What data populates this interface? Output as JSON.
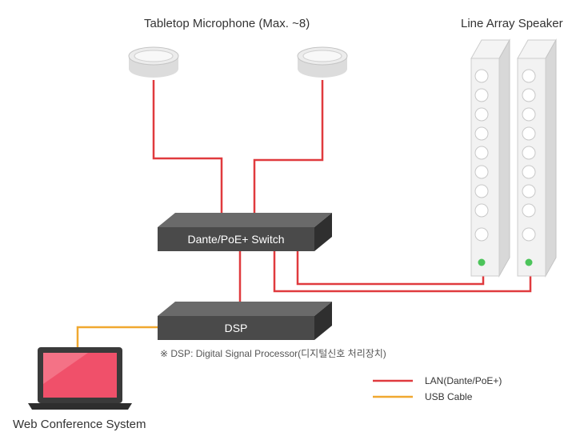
{
  "labels": {
    "microphone_title": "Tabletop Microphone (Max. ~8)",
    "speaker_title": "Line Array Speaker",
    "switch_label": "Dante/PoE+ Switch",
    "dsp_label": "DSP",
    "dsp_note": "※ DSP: Digital Signal Processor(디지털신호 처리장치)",
    "laptop_label": "Web Conference System"
  },
  "legend": [
    {
      "label": "LAN(Dante/PoE+)",
      "color": "#e03a3e"
    },
    {
      "label": "USB Cable",
      "color": "#f0a830"
    }
  ],
  "colors": {
    "lan": "#e03a3e",
    "usb": "#f0a830",
    "device_dark": "#4a4a4a",
    "speaker_face": "#f2f2f2",
    "speaker_led": "#4cc45a",
    "laptop_screen": "#f0506a"
  },
  "icons": {
    "microphone": "tabletop-microphone-icon",
    "speaker": "line-array-speaker-icon",
    "laptop": "laptop-icon"
  }
}
